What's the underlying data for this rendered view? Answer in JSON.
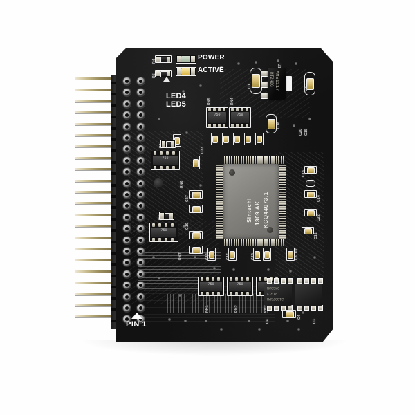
{
  "image": {
    "subject": "printed-circuit-board",
    "background_color": "#ffffff",
    "board_color": "#131313",
    "silkscreen_color": "#f2f2f2",
    "pad_color": "#c9c9c9"
  },
  "board": {
    "main_ic": {
      "ref": "U2",
      "line1": "Sintechi",
      "line2": "1309 AK",
      "line3": "KCQ44073.1"
    },
    "regulator": {
      "ref": "U1",
      "line1": "AMS1117",
      "line2": "HT240G"
    },
    "soic_left": {
      "ref": "U4",
      "line1": "24C02N",
      "line2": "31G13",
      "line3": "21B07SPW"
    },
    "soic_right": {
      "ref": "U3"
    },
    "indicators": [
      {
        "label": "POWER",
        "ref": "LED4",
        "color": "#9fb49b"
      },
      {
        "label": "ACTIVE",
        "ref": "LED5",
        "color": "#dcb747"
      }
    ],
    "connector": {
      "pin1_label": "PIN 1",
      "pin_rows": 2,
      "pins_per_row": 22
    },
    "resistor_networks": [
      {
        "ref": "RN1",
        "value": "750"
      },
      {
        "ref": "RN2",
        "value": "750"
      },
      {
        "ref": "RN3",
        "value": "750"
      },
      {
        "ref": "RN4",
        "value": "750"
      },
      {
        "ref": "RN5",
        "value": "750"
      },
      {
        "ref": "RN6",
        "value": "750"
      },
      {
        "ref": "RN7",
        "value": "750"
      }
    ],
    "resistors": [
      {
        "ref": "R1"
      },
      {
        "ref": "R2"
      },
      {
        "ref": "R4"
      },
      {
        "ref": "R5"
      }
    ],
    "capacitors": [
      {
        "ref": "C1"
      },
      {
        "ref": "C3"
      },
      {
        "ref": "C4"
      },
      {
        "ref": "C8"
      },
      {
        "ref": "C11"
      },
      {
        "ref": "C12"
      },
      {
        "ref": "C13"
      },
      {
        "ref": "C14"
      },
      {
        "ref": "C15"
      },
      {
        "ref": "C16"
      },
      {
        "ref": "C18"
      },
      {
        "ref": "C19"
      },
      {
        "ref": "C20"
      },
      {
        "ref": "C22"
      },
      {
        "ref": "C23"
      },
      {
        "ref": "C24"
      },
      {
        "ref": "C27"
      },
      {
        "ref": "C33"
      }
    ]
  }
}
